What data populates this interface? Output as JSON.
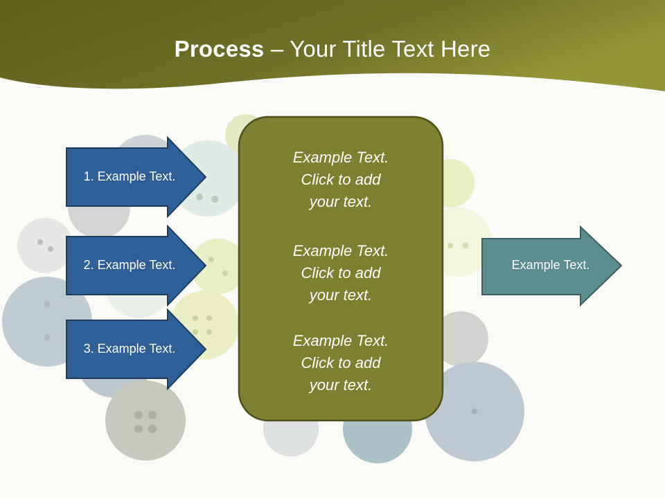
{
  "slide": {
    "title_bold": "Process",
    "title_rest": " – Your Title Text Here"
  },
  "left_arrows": [
    {
      "label": "1. Example Text."
    },
    {
      "label": "2. Example Text."
    },
    {
      "label": "3. Example Text."
    }
  ],
  "center_box": {
    "blocks": [
      {
        "line1": "Example Text.",
        "line2": "Click  to add",
        "line3": "your text."
      },
      {
        "line1": "Example Text.",
        "line2": "Click  to add",
        "line3": "your text."
      },
      {
        "line1": "Example Text.",
        "line2": "Click  to add",
        "line3": "your text."
      }
    ]
  },
  "right_arrow": {
    "label": "Example Text."
  },
  "colors": {
    "header": "#6b6b26",
    "left_arrow_fill": "#2e5f96",
    "center_box_fill": "#7f7f31",
    "right_arrow_fill": "#5b8d91"
  }
}
